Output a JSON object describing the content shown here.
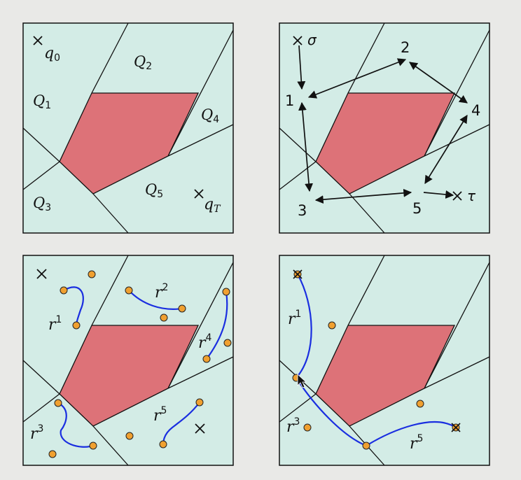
{
  "colors": {
    "background": "#e9e9e7",
    "free_space": "#d3ece6",
    "obstacle": "#dd7278",
    "line": "#111111",
    "path": "#1a2ee0",
    "sample": "#f0a030"
  },
  "panel1": {
    "start_label": "q",
    "start_sub": "0",
    "goal_label": "q",
    "goal_sub": "T",
    "regions": [
      {
        "letter": "Q",
        "sub": "1"
      },
      {
        "letter": "Q",
        "sub": "2"
      },
      {
        "letter": "Q",
        "sub": "3"
      },
      {
        "letter": "Q",
        "sub": "4"
      },
      {
        "letter": "Q",
        "sub": "5"
      }
    ]
  },
  "panel2": {
    "sigma": "σ",
    "tau": "τ",
    "nodes": [
      "1",
      "2",
      "3",
      "4",
      "5"
    ]
  },
  "panel3": {
    "paths": [
      {
        "letter": "r",
        "sup": "1"
      },
      {
        "letter": "r",
        "sup": "2"
      },
      {
        "letter": "r",
        "sup": "3"
      },
      {
        "letter": "r",
        "sup": "4"
      },
      {
        "letter": "r",
        "sup": "5"
      }
    ]
  },
  "panel4": {
    "paths": [
      {
        "letter": "r",
        "sup": "1"
      },
      {
        "letter": "r",
        "sup": "3"
      },
      {
        "letter": "r",
        "sup": "5"
      }
    ]
  }
}
